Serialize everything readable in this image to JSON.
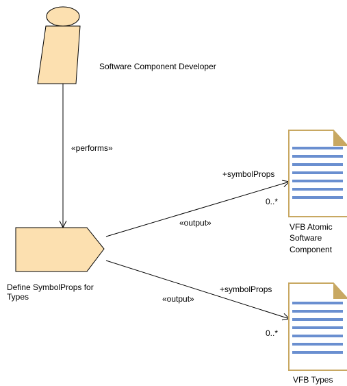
{
  "colors": {
    "element_fill": "#FCE0B0",
    "element_stroke": "#000000",
    "document_fill": "#FFFFFF",
    "document_border": "#C8A862",
    "document_fold": "#C8A862",
    "document_lines": "#6A8FD0",
    "connector": "#000000"
  },
  "role": {
    "icon": "worker-role-icon",
    "name": "Software Component Developer"
  },
  "task": {
    "icon": "task-definition-icon",
    "name_line1": "Define SymbolProps for",
    "name_line2": "Types"
  },
  "products": [
    {
      "icon": "document-icon",
      "name_line1": "VFB Atomic",
      "name_line2": "Software",
      "name_line3": "Component"
    },
    {
      "icon": "document-icon",
      "name_line1": "VFB Types"
    }
  ],
  "connectors": [
    {
      "stereotype": "«performs»"
    },
    {
      "stereotype": "«output»",
      "role": "+symbolProps",
      "multiplicity": "0..*"
    },
    {
      "stereotype": "«output»",
      "role": "+symbolProps",
      "multiplicity": "0..*"
    }
  ]
}
